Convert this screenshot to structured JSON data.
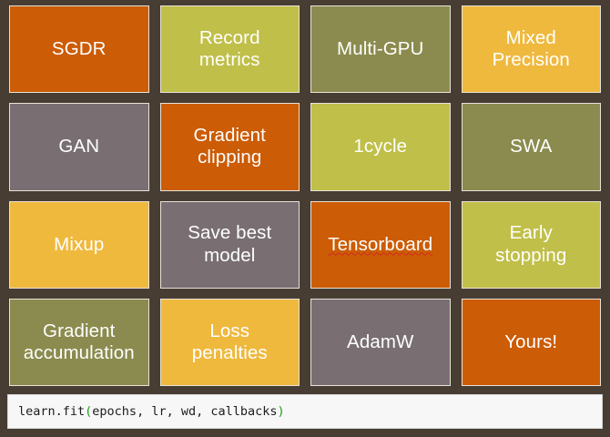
{
  "slide": {
    "background_color": "#473D33",
    "tile_border_color": "#E8E2D8",
    "tile_text_color": "#FFFFFF"
  },
  "palette": {
    "orange": "#CC5C05",
    "yellow_green": "#C0BF49",
    "olive": "#8B8B4F",
    "amber": "#EFB93E",
    "mauve": "#796F73"
  },
  "grid": {
    "columns": 4,
    "rows": 4,
    "tiles": [
      {
        "label": "SGDR",
        "color_name": "orange",
        "color": "#CC5C05",
        "misspelled": false
      },
      {
        "label": "Record\nmetrics",
        "color_name": "yellow_green",
        "color": "#C0BF49",
        "misspelled": false
      },
      {
        "label": "Multi-GPU",
        "color_name": "olive",
        "color": "#8B8B4F",
        "misspelled": false
      },
      {
        "label": "Mixed\nPrecision",
        "color_name": "amber",
        "color": "#EFB93E",
        "misspelled": false
      },
      {
        "label": "GAN",
        "color_name": "mauve",
        "color": "#796F73",
        "misspelled": false
      },
      {
        "label": "Gradient\nclipping",
        "color_name": "orange",
        "color": "#CC5C05",
        "misspelled": false
      },
      {
        "label": "1cycle",
        "color_name": "yellow_green",
        "color": "#C0BF49",
        "misspelled": false
      },
      {
        "label": "SWA",
        "color_name": "olive",
        "color": "#8B8B4F",
        "misspelled": false
      },
      {
        "label": "Mixup",
        "color_name": "amber",
        "color": "#EFB93E",
        "misspelled": false
      },
      {
        "label": "Save best\nmodel",
        "color_name": "mauve",
        "color": "#796F73",
        "misspelled": false
      },
      {
        "label": "Tensorboard",
        "color_name": "orange",
        "color": "#CC5C05",
        "misspelled": true
      },
      {
        "label": "Early\nstopping",
        "color_name": "yellow_green",
        "color": "#C0BF49",
        "misspelled": false
      },
      {
        "label": "Gradient\naccumulation",
        "color_name": "olive",
        "color": "#8B8B4F",
        "misspelled": false
      },
      {
        "label": "Loss\npenalties",
        "color_name": "amber",
        "color": "#EFB93E",
        "misspelled": false
      },
      {
        "label": "AdamW",
        "color_name": "mauve",
        "color": "#796F73",
        "misspelled": false
      },
      {
        "label": "Yours!",
        "color_name": "orange",
        "color": "#CC5C05",
        "misspelled": false
      }
    ]
  },
  "code_bar": {
    "prefix": "learn.fit",
    "open_paren": "(",
    "args": "epochs, lr, wd, callbacks",
    "close_paren": ")",
    "full_text": "learn.fit(epochs, lr, wd, callbacks)",
    "paren_color": "#17A017",
    "text_color": "#1C1C1C",
    "background": "#F7F7F7"
  }
}
